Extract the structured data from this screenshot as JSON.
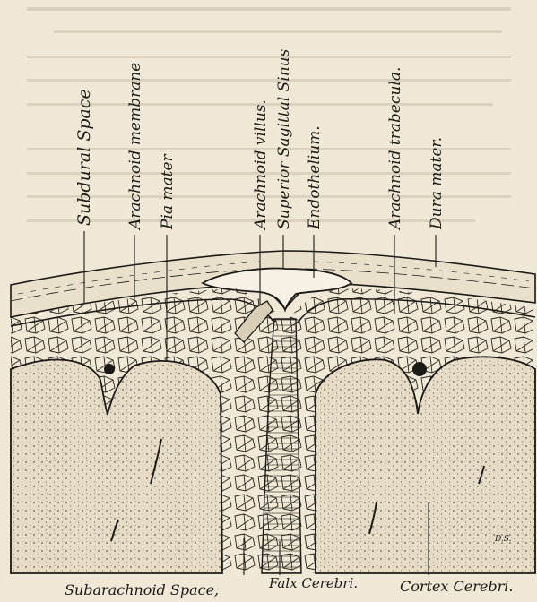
{
  "labels": {
    "subdural_space": "Subdural Space",
    "arachnoid_membrane": "Arachnoid membrane",
    "pia_mater": "Pia mater",
    "arachnoid_villus": "Arachnoid villus.",
    "superior_sagittal_sinus": "Superior Sagittal Sinus",
    "endothelium": "Endothelium.",
    "arachnoid_trabecula": "Arachnoid trabecula.",
    "dura_mater": "Dura mater.",
    "subarachnoid_space": "Subarachnoid Space,",
    "falx_cerebri": "Falx Cerebri.",
    "cortex_cerebri": "Cortex Cerebri.",
    "artist_initials": "D.S."
  },
  "colors": {
    "paper": "#efe8d6",
    "ink": "#1c1a16",
    "cortex_fill": "#e6dcc6",
    "bleed_through": "#b9b1a0"
  }
}
